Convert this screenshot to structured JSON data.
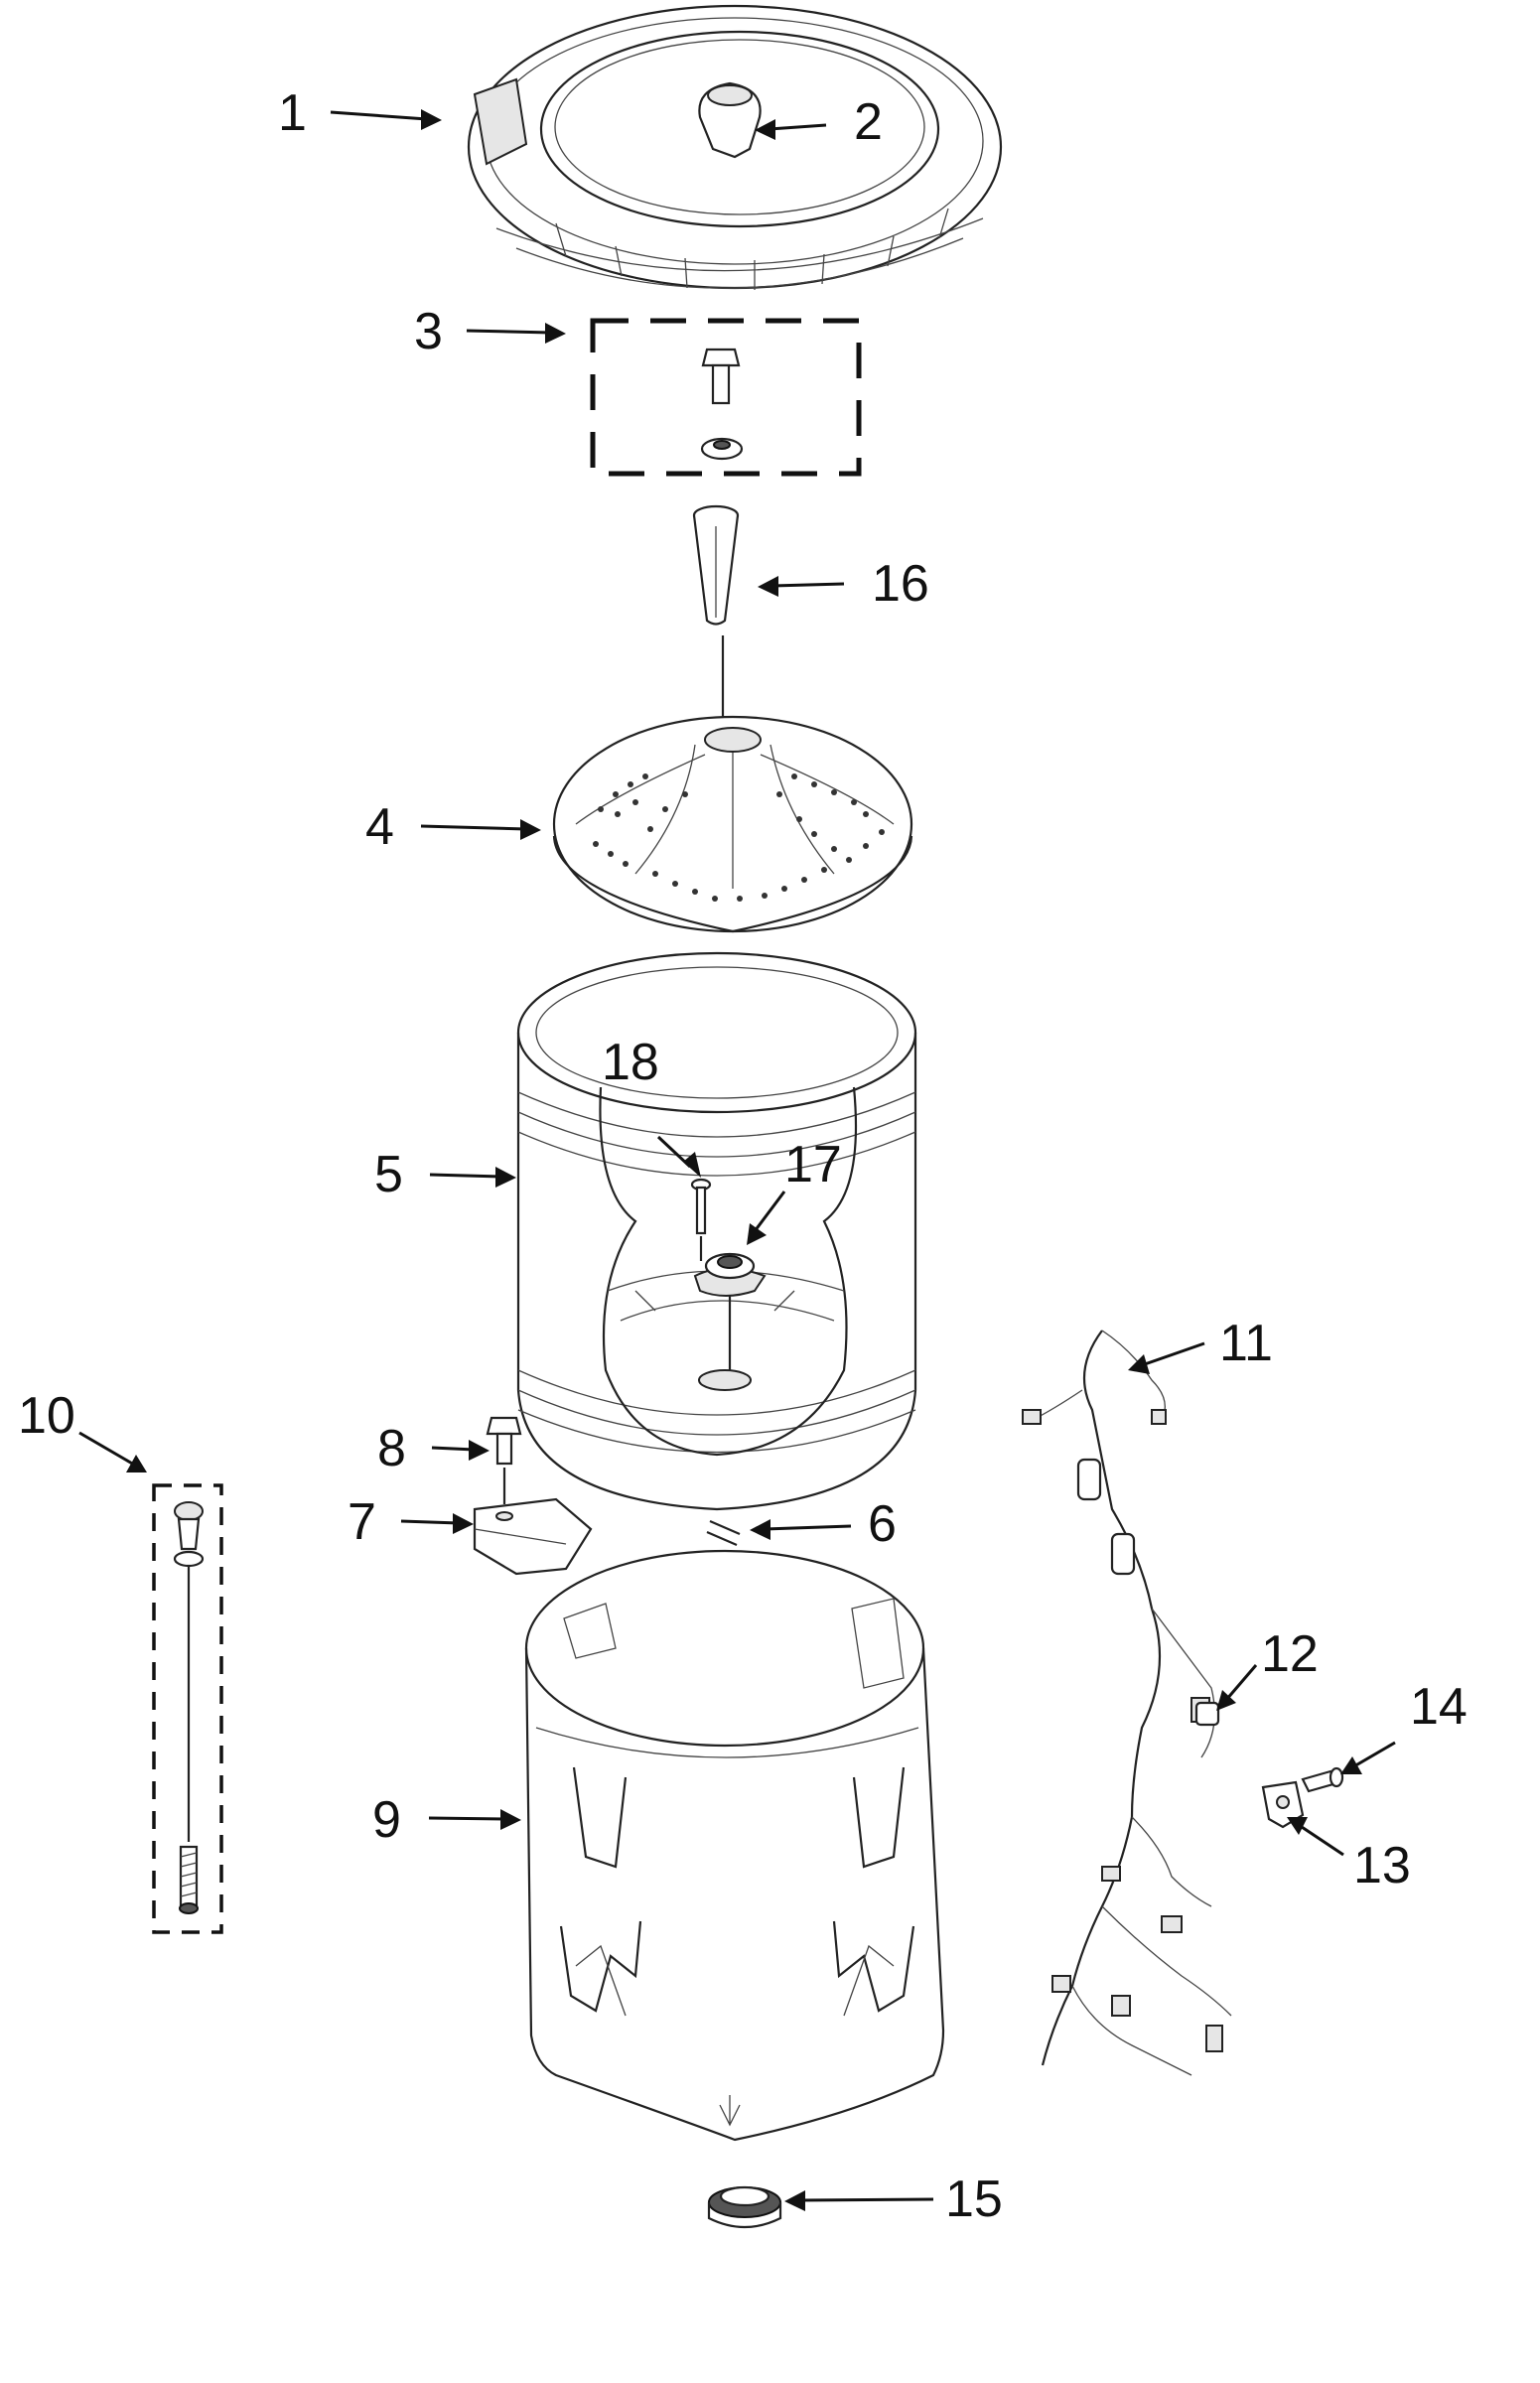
{
  "callouts": {
    "c1": "1",
    "c2": "2",
    "c3": "3",
    "c4": "4",
    "c5": "5",
    "c6": "6",
    "c7": "7",
    "c8": "8",
    "c9": "9",
    "c10": "10",
    "c11": "11",
    "c12": "12",
    "c13": "13",
    "c14": "14",
    "c15": "15",
    "c16": "16",
    "c17": "17",
    "c18": "18"
  },
  "parts": {
    "c1": "tub-ring",
    "c2": "tub-ring-cap",
    "c3": "hub-bolt-kit",
    "c4": "impeller",
    "c5": "basket",
    "c6": "clip",
    "c7": "bracket",
    "c8": "screw",
    "c9": "outer-tub",
    "c10": "suspension-rod",
    "c11": "wire-harness",
    "c12": "connector",
    "c13": "clamp",
    "c14": "screw",
    "c15": "seal",
    "c16": "post",
    "c17": "hub",
    "c18": "screw"
  },
  "colors": {
    "line": "#222222",
    "background": "#ffffff"
  }
}
